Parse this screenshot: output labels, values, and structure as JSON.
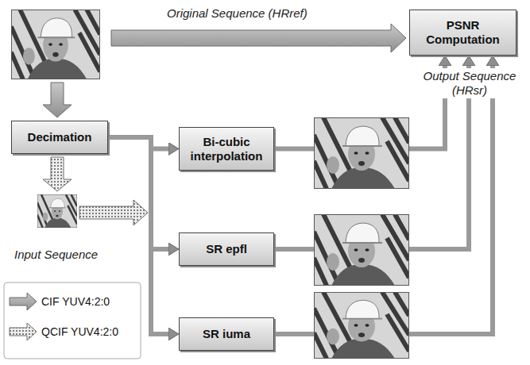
{
  "diagram": {
    "nodes": [
      {
        "text": [
          "PSNR Computation"
        ]
      },
      {
        "text": [
          "Decimation"
        ]
      },
      {
        "text": [
          "Bi-cubic interpolation"
        ]
      },
      {
        "text": [
          "SR epfl"
        ]
      },
      {
        "text": [
          "SR iuma"
        ]
      }
    ],
    "edges": [
      {
        "from": 1,
        "to": 2,
        "arrow": "to"
      },
      {
        "from": 1,
        "to": 3,
        "arrow": "to"
      },
      {
        "from": 1,
        "to": 4,
        "arrow": "to"
      },
      {
        "from": 2,
        "to": 0,
        "arrow": "to"
      },
      {
        "from": 3,
        "to": 0,
        "arrow": "to"
      },
      {
        "from": 4,
        "to": 0,
        "arrow": "to"
      }
    ],
    "labels": [
      "Original Sequence (HRref)",
      "Output Sequence (HRsr)",
      "Input Sequence"
    ],
    "legend": [
      {
        "text": "CIF YUV4:2:0"
      },
      {
        "text": "QCIF YUV4:2:0"
      }
    ]
  }
}
